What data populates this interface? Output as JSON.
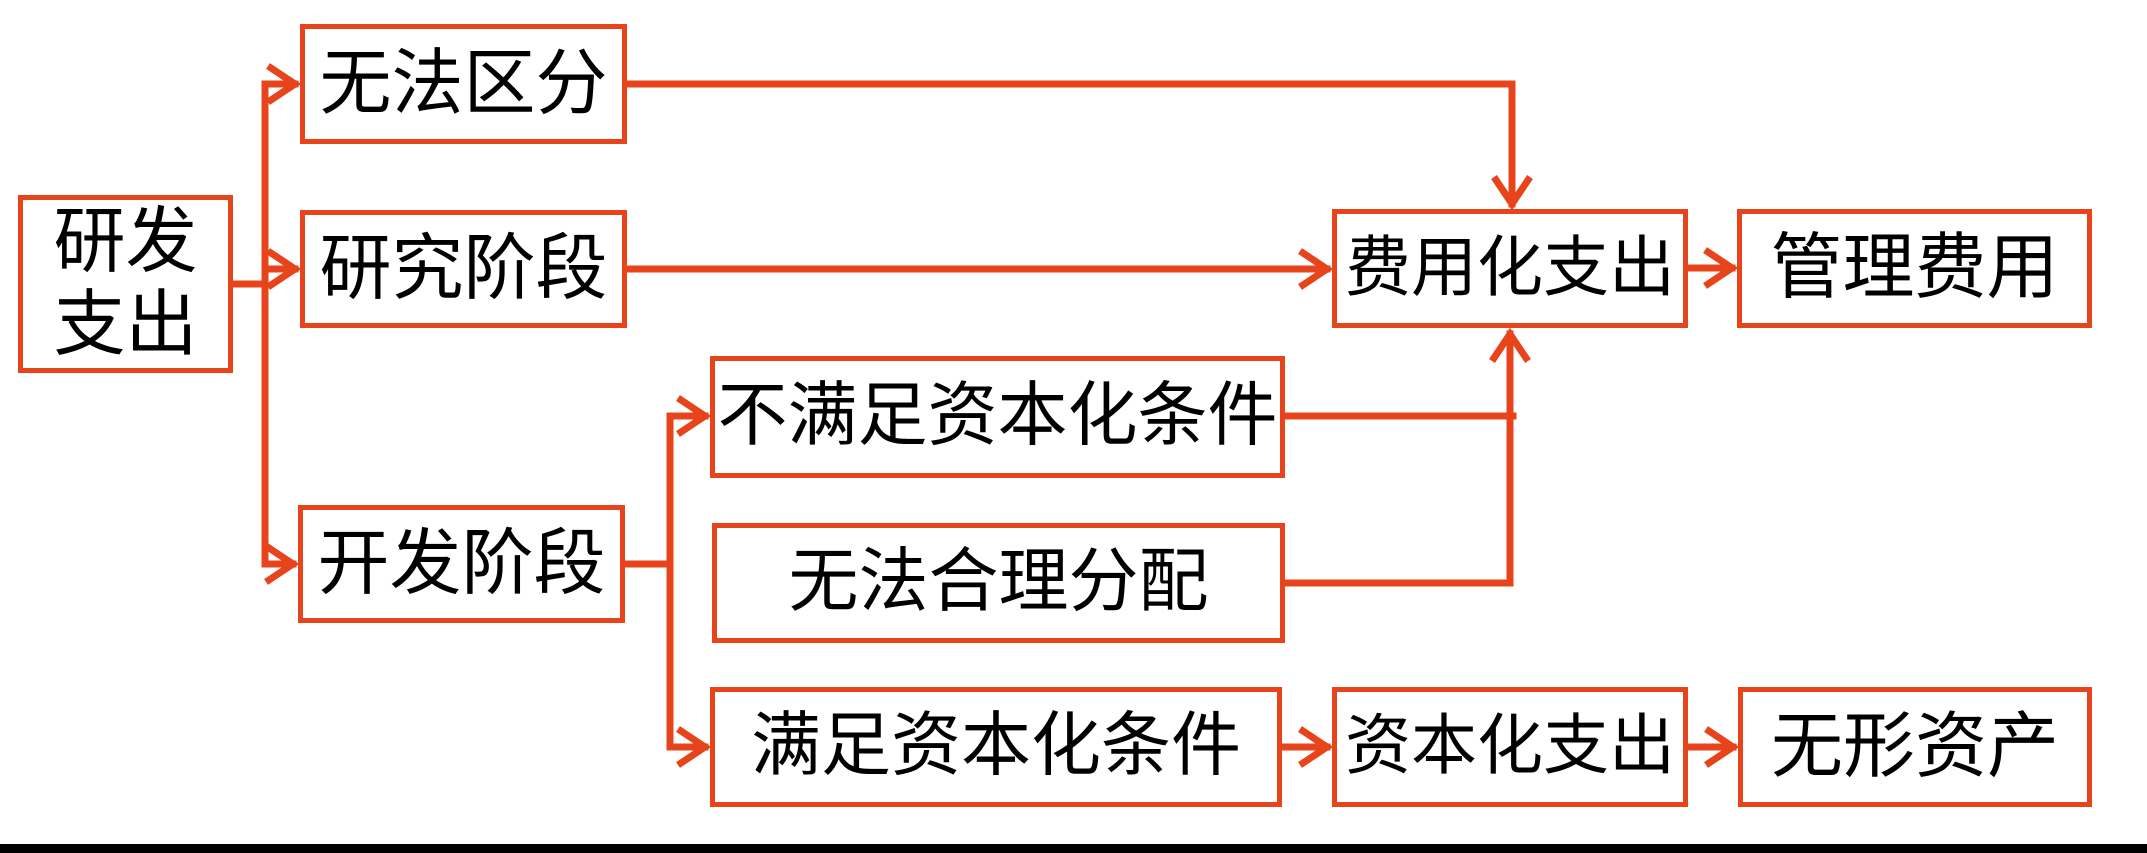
{
  "colors": {
    "accent": "#E8441C",
    "text": "#000000",
    "background": "#FFFFFF",
    "bottom_bar": "#000000"
  },
  "nodes": {
    "rd": {
      "label": "研发支出",
      "line1": "研发",
      "line2": "支出"
    },
    "cannot_distinguish": {
      "label": "无法区分"
    },
    "research_phase": {
      "label": "研究阶段"
    },
    "development_phase": {
      "label": "开发阶段"
    },
    "not_meet_capitalization": {
      "label": "不满足资本化条件"
    },
    "cannot_allocate": {
      "label": "无法合理分配"
    },
    "meet_capitalization": {
      "label": "满足资本化条件"
    },
    "expensed_expenditure": {
      "label": "费用化支出"
    },
    "admin_expense": {
      "label": "管理费用"
    },
    "capitalized_expenditure": {
      "label": "资本化支出"
    },
    "intangible_asset": {
      "label": "无形资产"
    }
  },
  "edges": [
    {
      "from": "研发支出",
      "to": "无法区分"
    },
    {
      "from": "研发支出",
      "to": "研究阶段"
    },
    {
      "from": "研发支出",
      "to": "开发阶段"
    },
    {
      "from": "无法区分",
      "to": "费用化支出"
    },
    {
      "from": "研究阶段",
      "to": "费用化支出"
    },
    {
      "from": "开发阶段",
      "to": "不满足资本化条件"
    },
    {
      "from": "开发阶段",
      "to": "满足资本化条件"
    },
    {
      "from": "不满足资本化条件",
      "to": "费用化支出"
    },
    {
      "from": "无法合理分配",
      "to": "费用化支出"
    },
    {
      "from": "费用化支出",
      "to": "管理费用"
    },
    {
      "from": "满足资本化条件",
      "to": "资本化支出"
    },
    {
      "from": "资本化支出",
      "to": "无形资产"
    }
  ]
}
